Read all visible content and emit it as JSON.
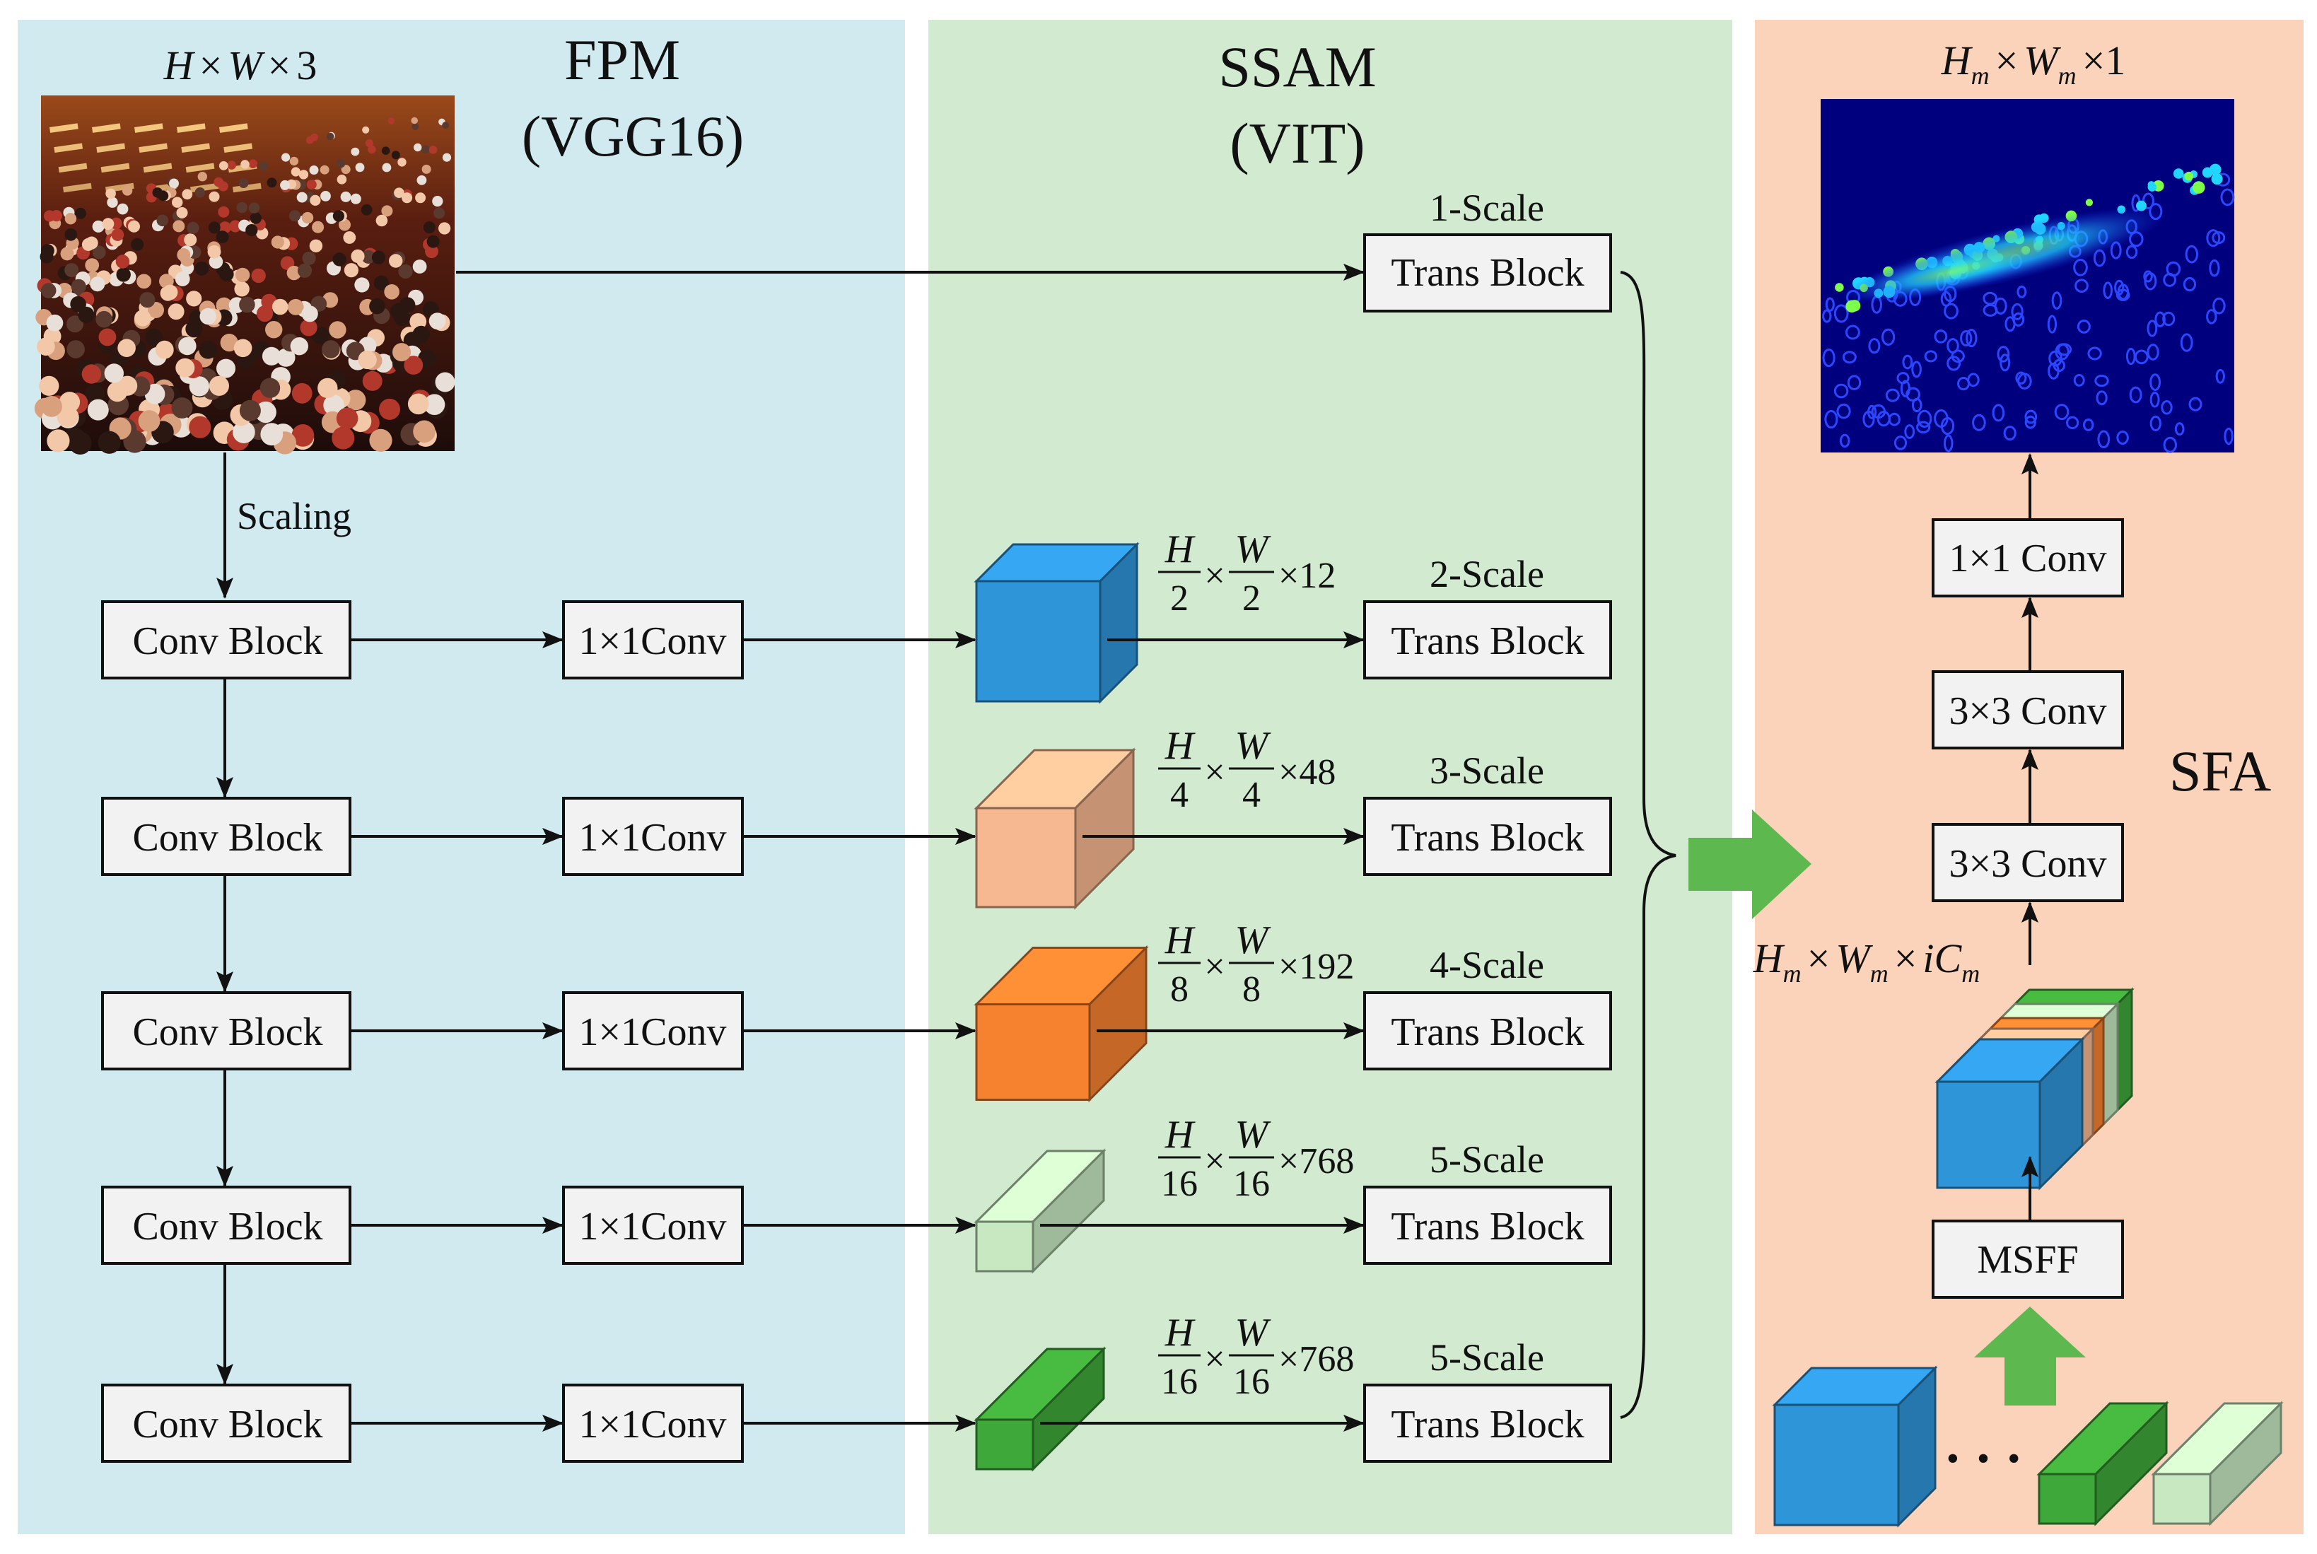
{
  "panels": {
    "fpm": {
      "title_line1": "FPM",
      "title_line2": "(VGG16)",
      "color": "#d1eaf0"
    },
    "ssam": {
      "title_line1": "SSAM",
      "title_line2": "(VIT)",
      "color": "#d2ead0"
    },
    "sfa": {
      "title": "SFA",
      "color": "#fbd3bb"
    }
  },
  "input": {
    "dim_H": "H",
    "dim_times1": "×",
    "dim_W": "W",
    "dim_times2": "×",
    "dim_3": "3",
    "scaling_label": "Scaling"
  },
  "conv_block_label": "Conv Block",
  "conv1x1_label": "1×1Conv",
  "trans_block_label": "Trans Block",
  "scales": [
    {
      "label": "1-Scale"
    },
    {
      "label": "2-Scale",
      "num_H": "H",
      "den_H": "2",
      "num_W": "W",
      "den_W": "2",
      "ch": "×12",
      "color": "#2f95d9"
    },
    {
      "label": "3-Scale",
      "num_H": "H",
      "den_H": "4",
      "num_W": "W",
      "den_W": "4",
      "ch": "×48",
      "color": "#f6b890"
    },
    {
      "label": "4-Scale",
      "num_H": "H",
      "den_H": "8",
      "num_W": "W",
      "den_W": "8",
      "ch": "×192",
      "color": "#f6812f"
    },
    {
      "label": "5-Scale",
      "num_H": "H",
      "den_H": "16",
      "num_W": "W",
      "den_W": "16",
      "ch": "×768",
      "color": "#c7e8c0"
    },
    {
      "label": "5-Scale",
      "num_H": "H",
      "den_H": "16",
      "num_W": "W",
      "den_W": "16",
      "ch": "×768",
      "color": "#3fa83a"
    }
  ],
  "times": "×",
  "sfa": {
    "output_dim": {
      "H": "H",
      "Hsub": "m",
      "x1": "×",
      "W": "W",
      "Wsub": "m",
      "tail": "×1"
    },
    "conv_top": "1×1 Conv",
    "conv_mid": "3×3 Conv",
    "conv_low": "3×3 Conv",
    "concat_dim": {
      "H": "H",
      "Hsub": "m",
      "x1": "×",
      "W": "W",
      "Wsub": "m",
      "x2": "×",
      "iC": "iC",
      "Csub": "m"
    },
    "msff_label": "MSFF",
    "ellipsis": "• • •"
  },
  "colors": {
    "blue": "#2f95d9",
    "peach": "#f6b890",
    "orange": "#f6812f",
    "light_green": "#c7e8c0",
    "green": "#3fa83a",
    "big_arrow": "#5cb84f",
    "heatmap_bg": "#00007e",
    "ellipsis": "#f6812f"
  }
}
